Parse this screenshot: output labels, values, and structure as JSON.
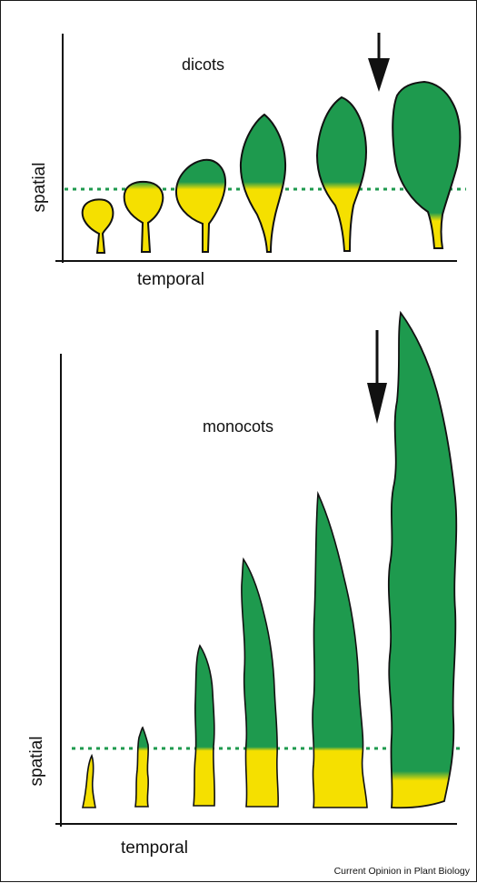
{
  "top_panel": {
    "title": "dicots",
    "y_axis_label": "spatial",
    "x_axis_label": "temporal"
  },
  "bottom_panel": {
    "title": "monocots",
    "y_axis_label": "spatial",
    "x_axis_label": "temporal"
  },
  "credit": "Current Opinion in Plant Biology",
  "colors": {
    "green": "#1e9a4e",
    "yellow": "#f5e000",
    "outline": "#111111",
    "threshold": "#1e9a4e"
  }
}
